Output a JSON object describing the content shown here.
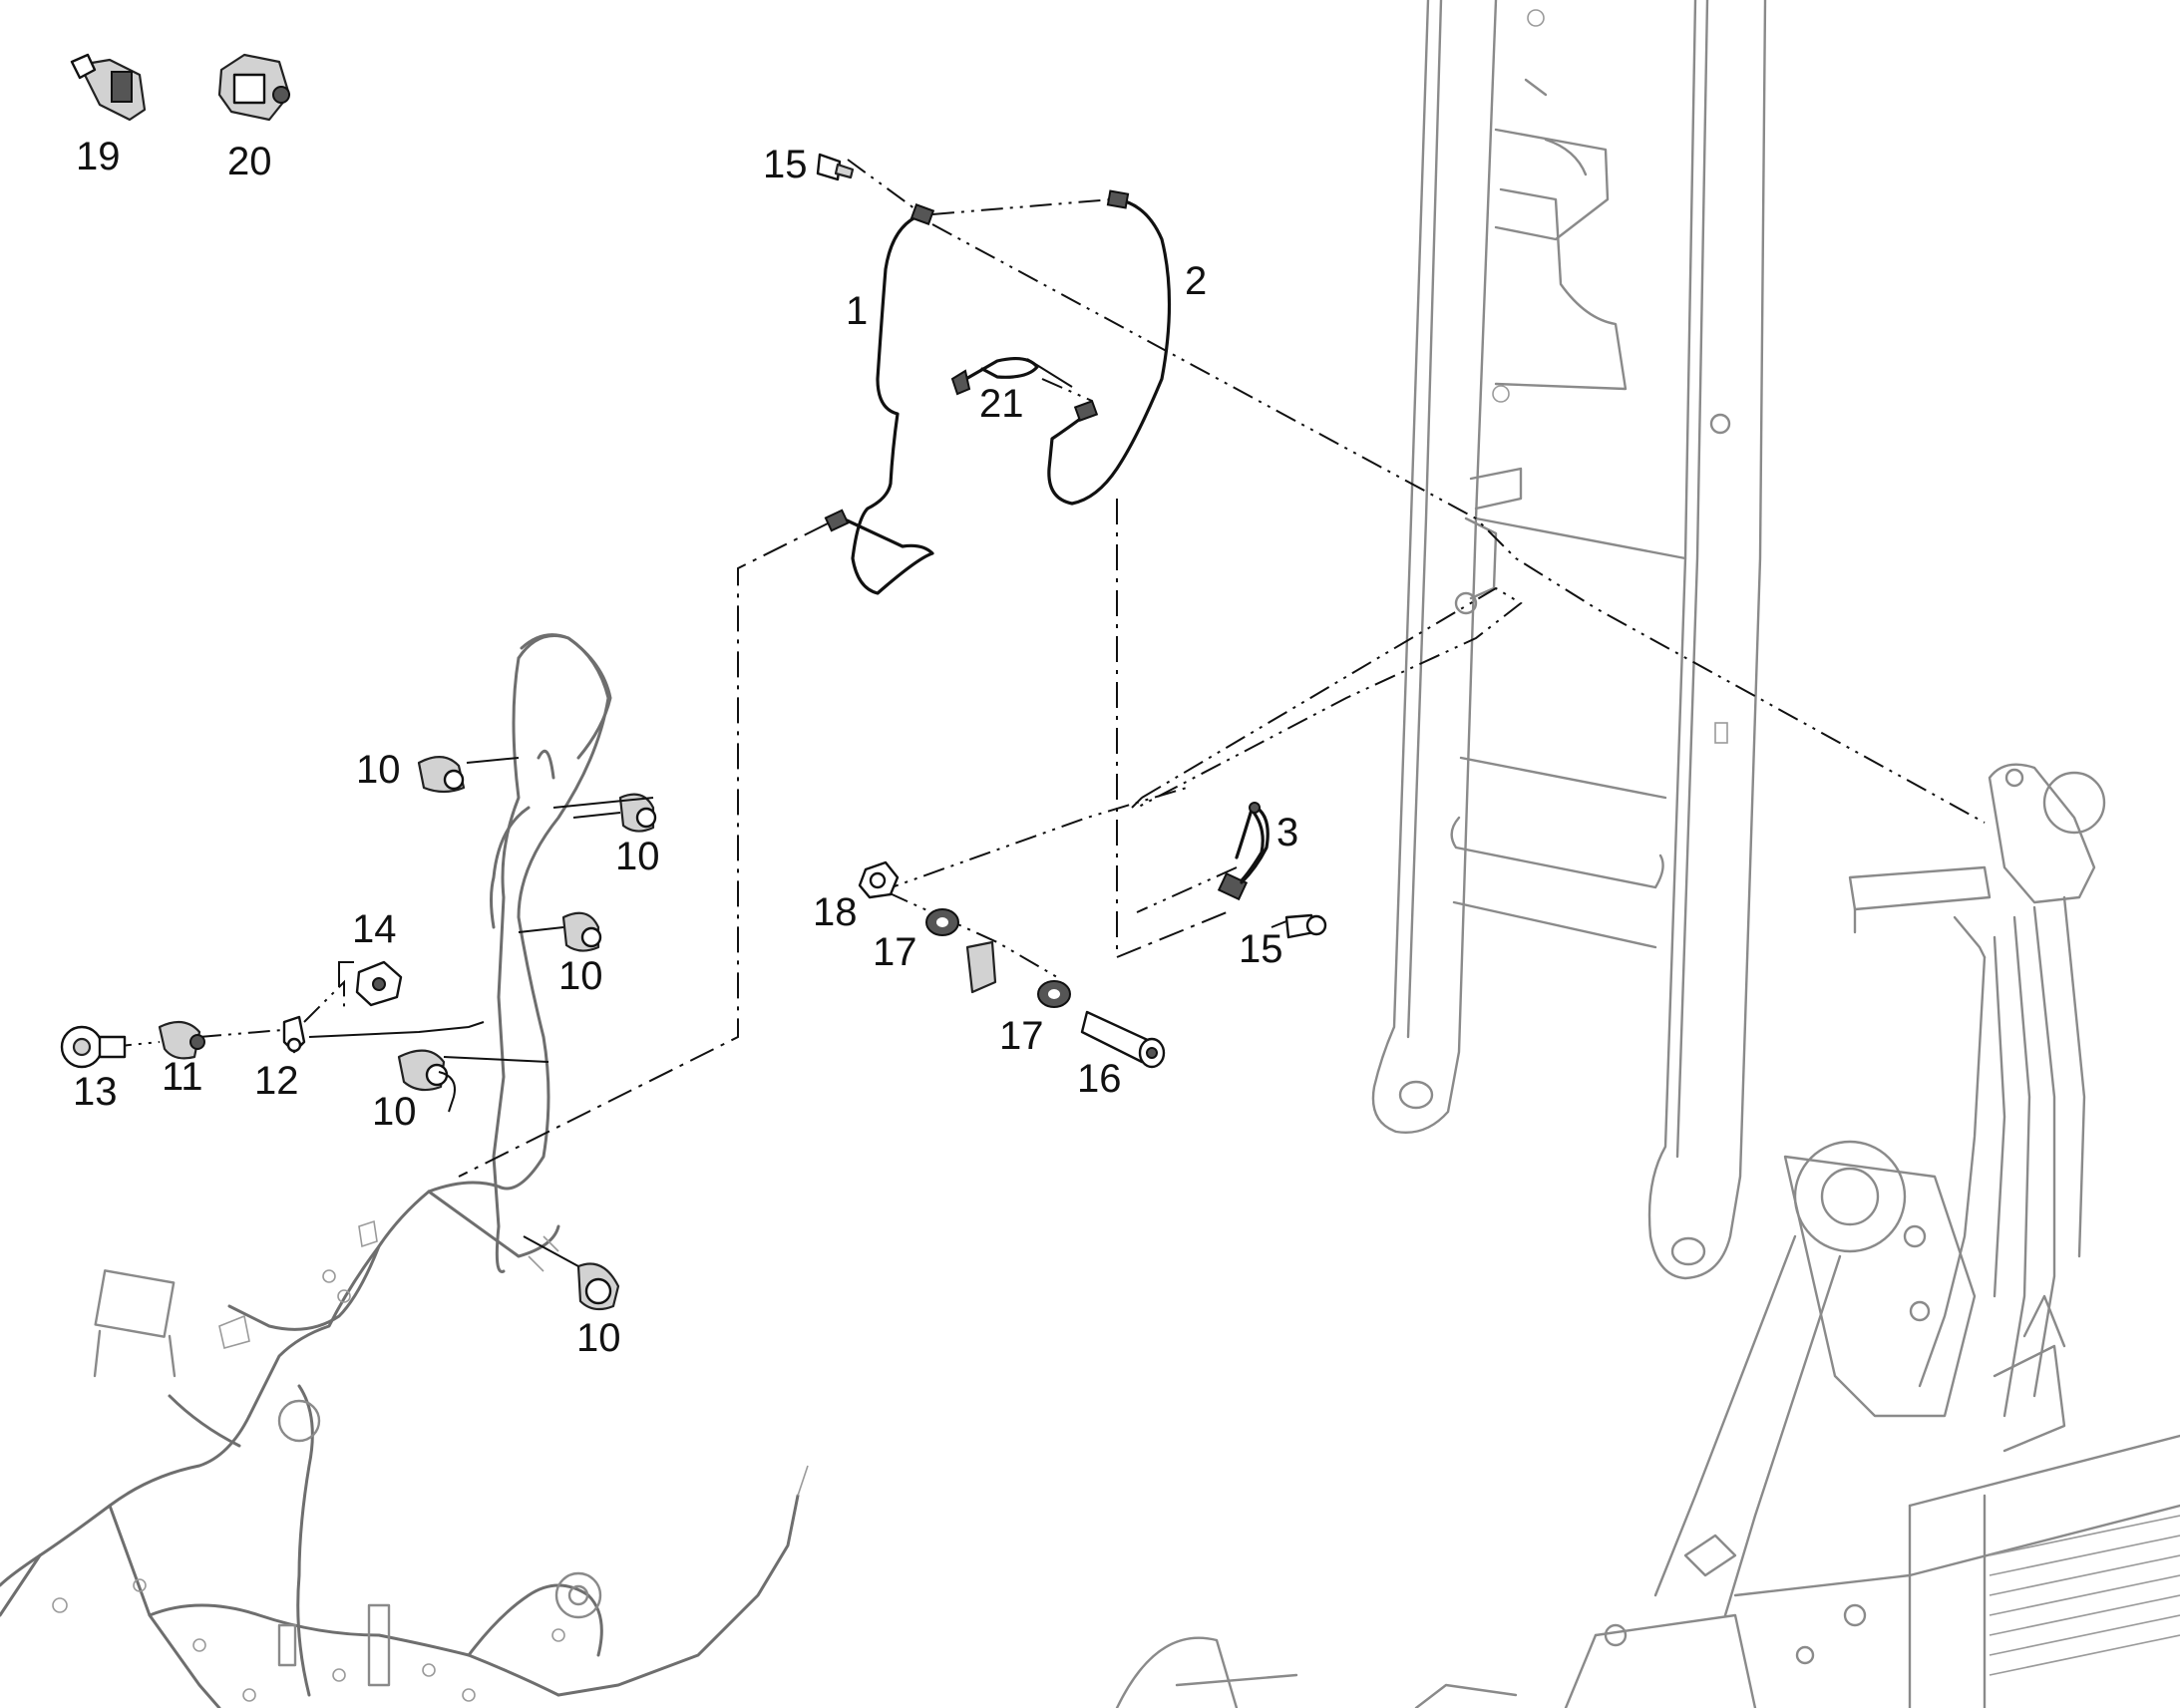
{
  "callouts": [
    {
      "id": "c1",
      "text": "1"
    },
    {
      "id": "c2",
      "text": "2"
    },
    {
      "id": "c3",
      "text": "3"
    },
    {
      "id": "c10a",
      "text": "10"
    },
    {
      "id": "c10b",
      "text": "10"
    },
    {
      "id": "c10c",
      "text": "10"
    },
    {
      "id": "c10d",
      "text": "10"
    },
    {
      "id": "c10e",
      "text": "10"
    },
    {
      "id": "c11",
      "text": "11"
    },
    {
      "id": "c12",
      "text": "12"
    },
    {
      "id": "c13",
      "text": "13"
    },
    {
      "id": "c14",
      "text": "14"
    },
    {
      "id": "c15a",
      "text": "15"
    },
    {
      "id": "c15b",
      "text": "15"
    },
    {
      "id": "c16",
      "text": "16"
    },
    {
      "id": "c17a",
      "text": "17"
    },
    {
      "id": "c17b",
      "text": "17"
    },
    {
      "id": "c18",
      "text": "18"
    },
    {
      "id": "c19",
      "text": "19"
    },
    {
      "id": "c20",
      "text": "20"
    },
    {
      "id": "c21",
      "text": "21"
    }
  ]
}
